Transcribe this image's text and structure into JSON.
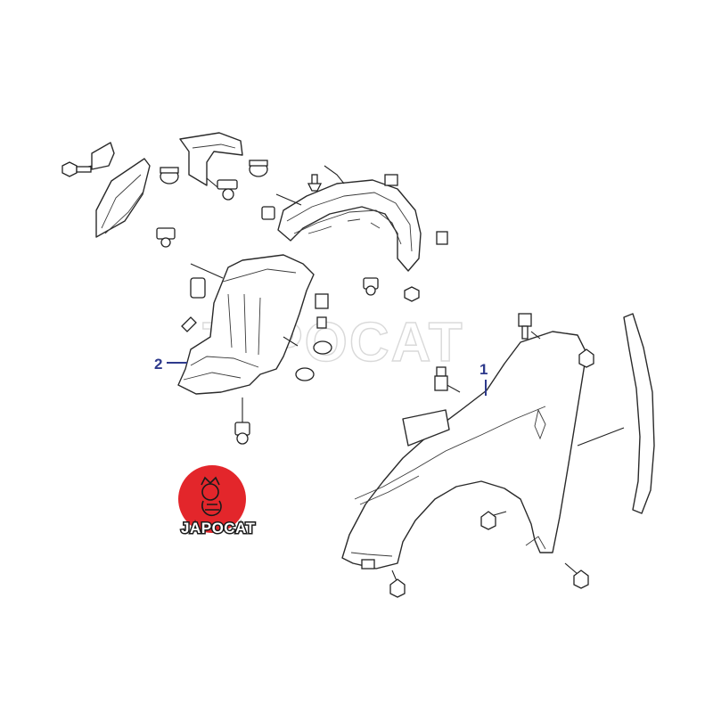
{
  "callouts": [
    {
      "id": "1",
      "label": "1"
    },
    {
      "id": "2",
      "label": "2"
    }
  ],
  "watermark": {
    "text": "JAPOCAT"
  },
  "logo": {
    "text": "JAPOCAT",
    "color": "#e3262b"
  },
  "colors": {
    "line": "#2a2a2a",
    "callout": "#2e3a8c",
    "background": "#ffffff"
  }
}
